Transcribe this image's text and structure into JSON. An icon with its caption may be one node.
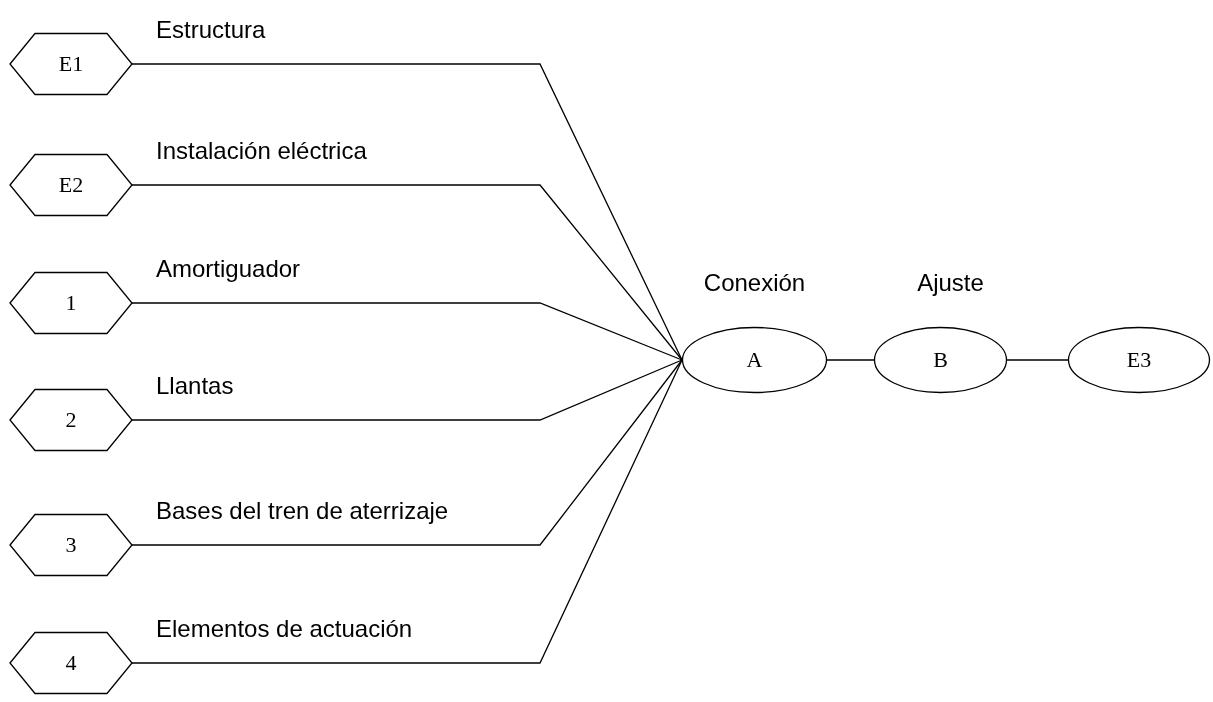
{
  "diagram": {
    "nodes": [
      {
        "text": [
          "E1"
        ]
      },
      {
        "text": [
          "E2"
        ]
      },
      {
        "text": [
          "1"
        ]
      },
      {
        "text": [
          "2"
        ]
      },
      {
        "text": [
          "3"
        ]
      },
      {
        "text": [
          "4"
        ]
      },
      {
        "text": [
          "A"
        ],
        "beside": [
          "Conexión"
        ]
      },
      {
        "text": [
          "B"
        ],
        "beside": [
          "Ajuste"
        ]
      },
      {
        "text": [
          "E3"
        ]
      }
    ],
    "edges": [
      {
        "from": 0,
        "to": 6,
        "arrow": "none",
        "label": "Estructura"
      },
      {
        "from": 1,
        "to": 6,
        "arrow": "none",
        "label": "Instalación eléctrica"
      },
      {
        "from": 2,
        "to": 6,
        "arrow": "none",
        "label": "Amortiguador"
      },
      {
        "from": 3,
        "to": 6,
        "arrow": "none",
        "label": "Llantas"
      },
      {
        "from": 4,
        "to": 6,
        "arrow": "none",
        "label": "Bases del tren de aterrizaje"
      },
      {
        "from": 5,
        "to": 6,
        "arrow": "none",
        "label": "Elementos de actuación"
      },
      {
        "from": 6,
        "to": 7,
        "arrow": "none"
      },
      {
        "from": 7,
        "to": 8,
        "arrow": "none"
      }
    ]
  }
}
